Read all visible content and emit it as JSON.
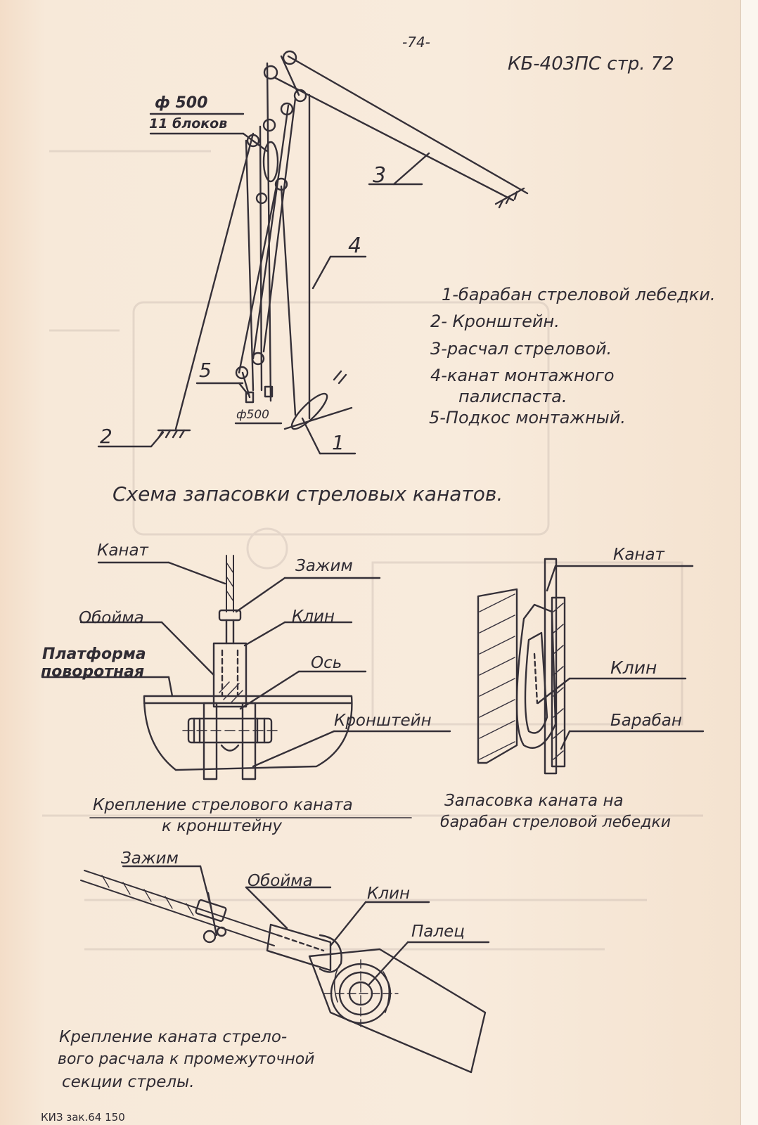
{
  "header": {
    "page_number": "-74-",
    "doc_ref": "КБ-403ПС стр. 72"
  },
  "scheme": {
    "sheave_size": "ф 500",
    "sheave_count": "11 блоков",
    "small_sheave": "ф500",
    "markers": [
      "1",
      "2",
      "3",
      "4",
      "5"
    ],
    "legend": [
      "1-барабан стреловой лебедки.",
      "2- Кронштейн.",
      "3-расчал стреловой.",
      "4-канат монтажного",
      "палиспаста.",
      "5-Подкос монтажный."
    ],
    "caption": "Схема запасовки стреловых канатов."
  },
  "bracket_detail": {
    "labels": {
      "rope": "Канат",
      "clamp": "Зажим",
      "sleeve": "Обойма",
      "wedge": "Клин",
      "platform": "Платформа",
      "platform2": "поворотная",
      "axle": "Ось",
      "bracket": "Кронштейн"
    },
    "caption_line1": "Крепление стрелового каната",
    "caption_line2": "к кронштейну"
  },
  "drum_detail": {
    "labels": {
      "rope": "Канат",
      "wedge": "Клин",
      "drum": "Барабан"
    },
    "caption_line1": "Запасовка каната на",
    "caption_line2": "барабан стреловой лебедки"
  },
  "pendant_detail": {
    "labels": {
      "clamp": "Зажим",
      "sleeve": "Обойма",
      "wedge": "Клин",
      "pin": "Палец"
    },
    "caption_line1": "Крепление каната стрело-",
    "caption_line2": "вого расчала к промежуточной",
    "caption_line3": "секции стрелы."
  },
  "footer": {
    "stamp": "КИЗ зак.64 150"
  }
}
